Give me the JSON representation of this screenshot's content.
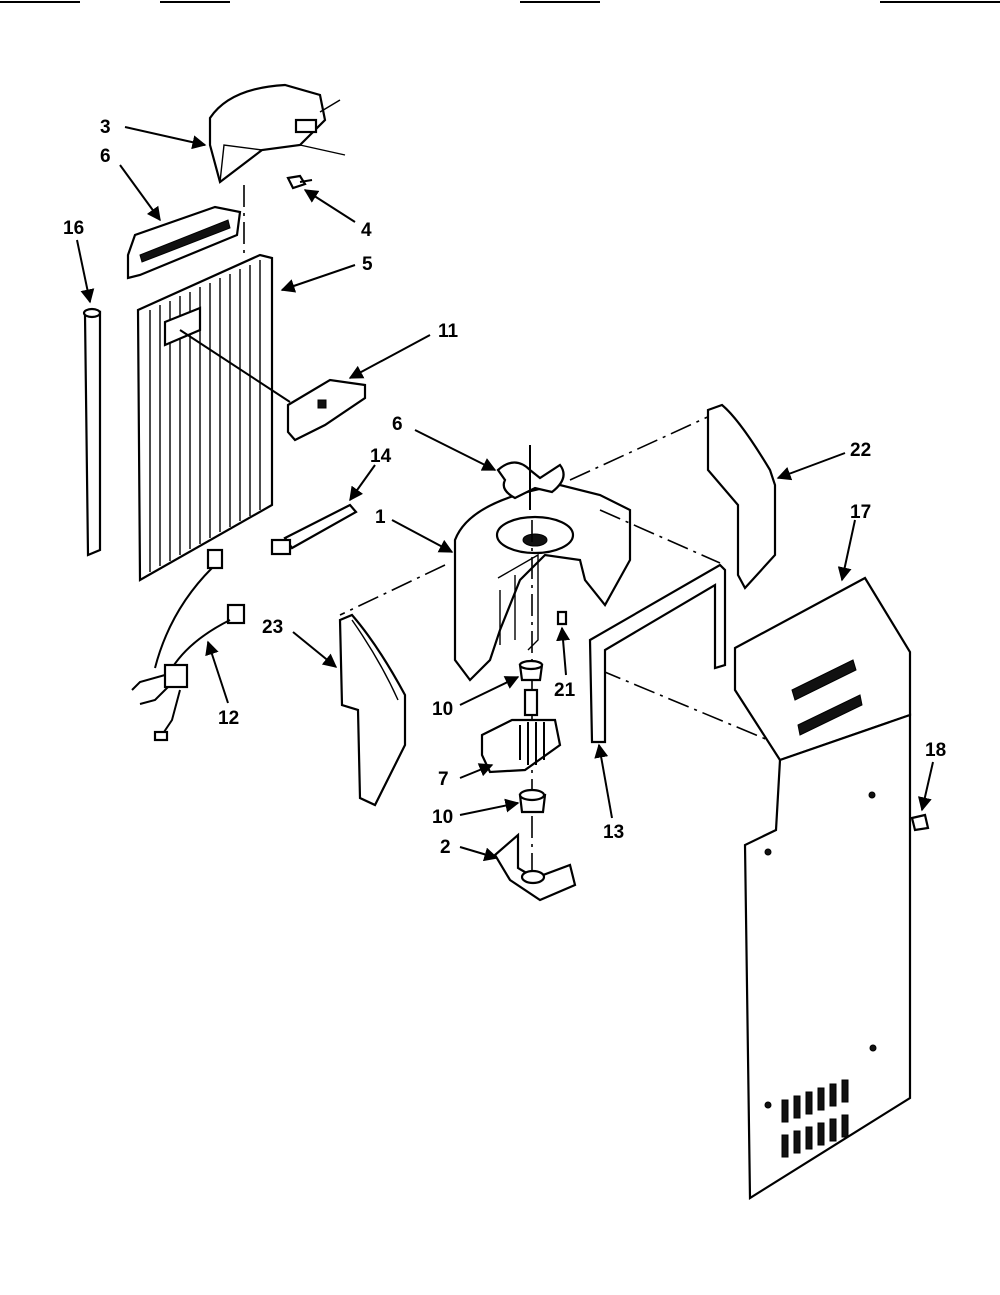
{
  "diagram": {
    "part_numbers": {
      "p1": "1",
      "p2": "2",
      "p3": "3",
      "p4": "4",
      "p5": "5",
      "p6a": "6",
      "p6b": "6",
      "p7": "7",
      "p10a": "10",
      "p10b": "10",
      "p11": "11",
      "p12": "12",
      "p13": "13",
      "p14": "14",
      "p16": "16",
      "p17": "17",
      "p18": "18",
      "p21": "21",
      "p22": "22",
      "p23": "23"
    },
    "colors": {
      "line": "#000000",
      "background": "#ffffff"
    }
  }
}
